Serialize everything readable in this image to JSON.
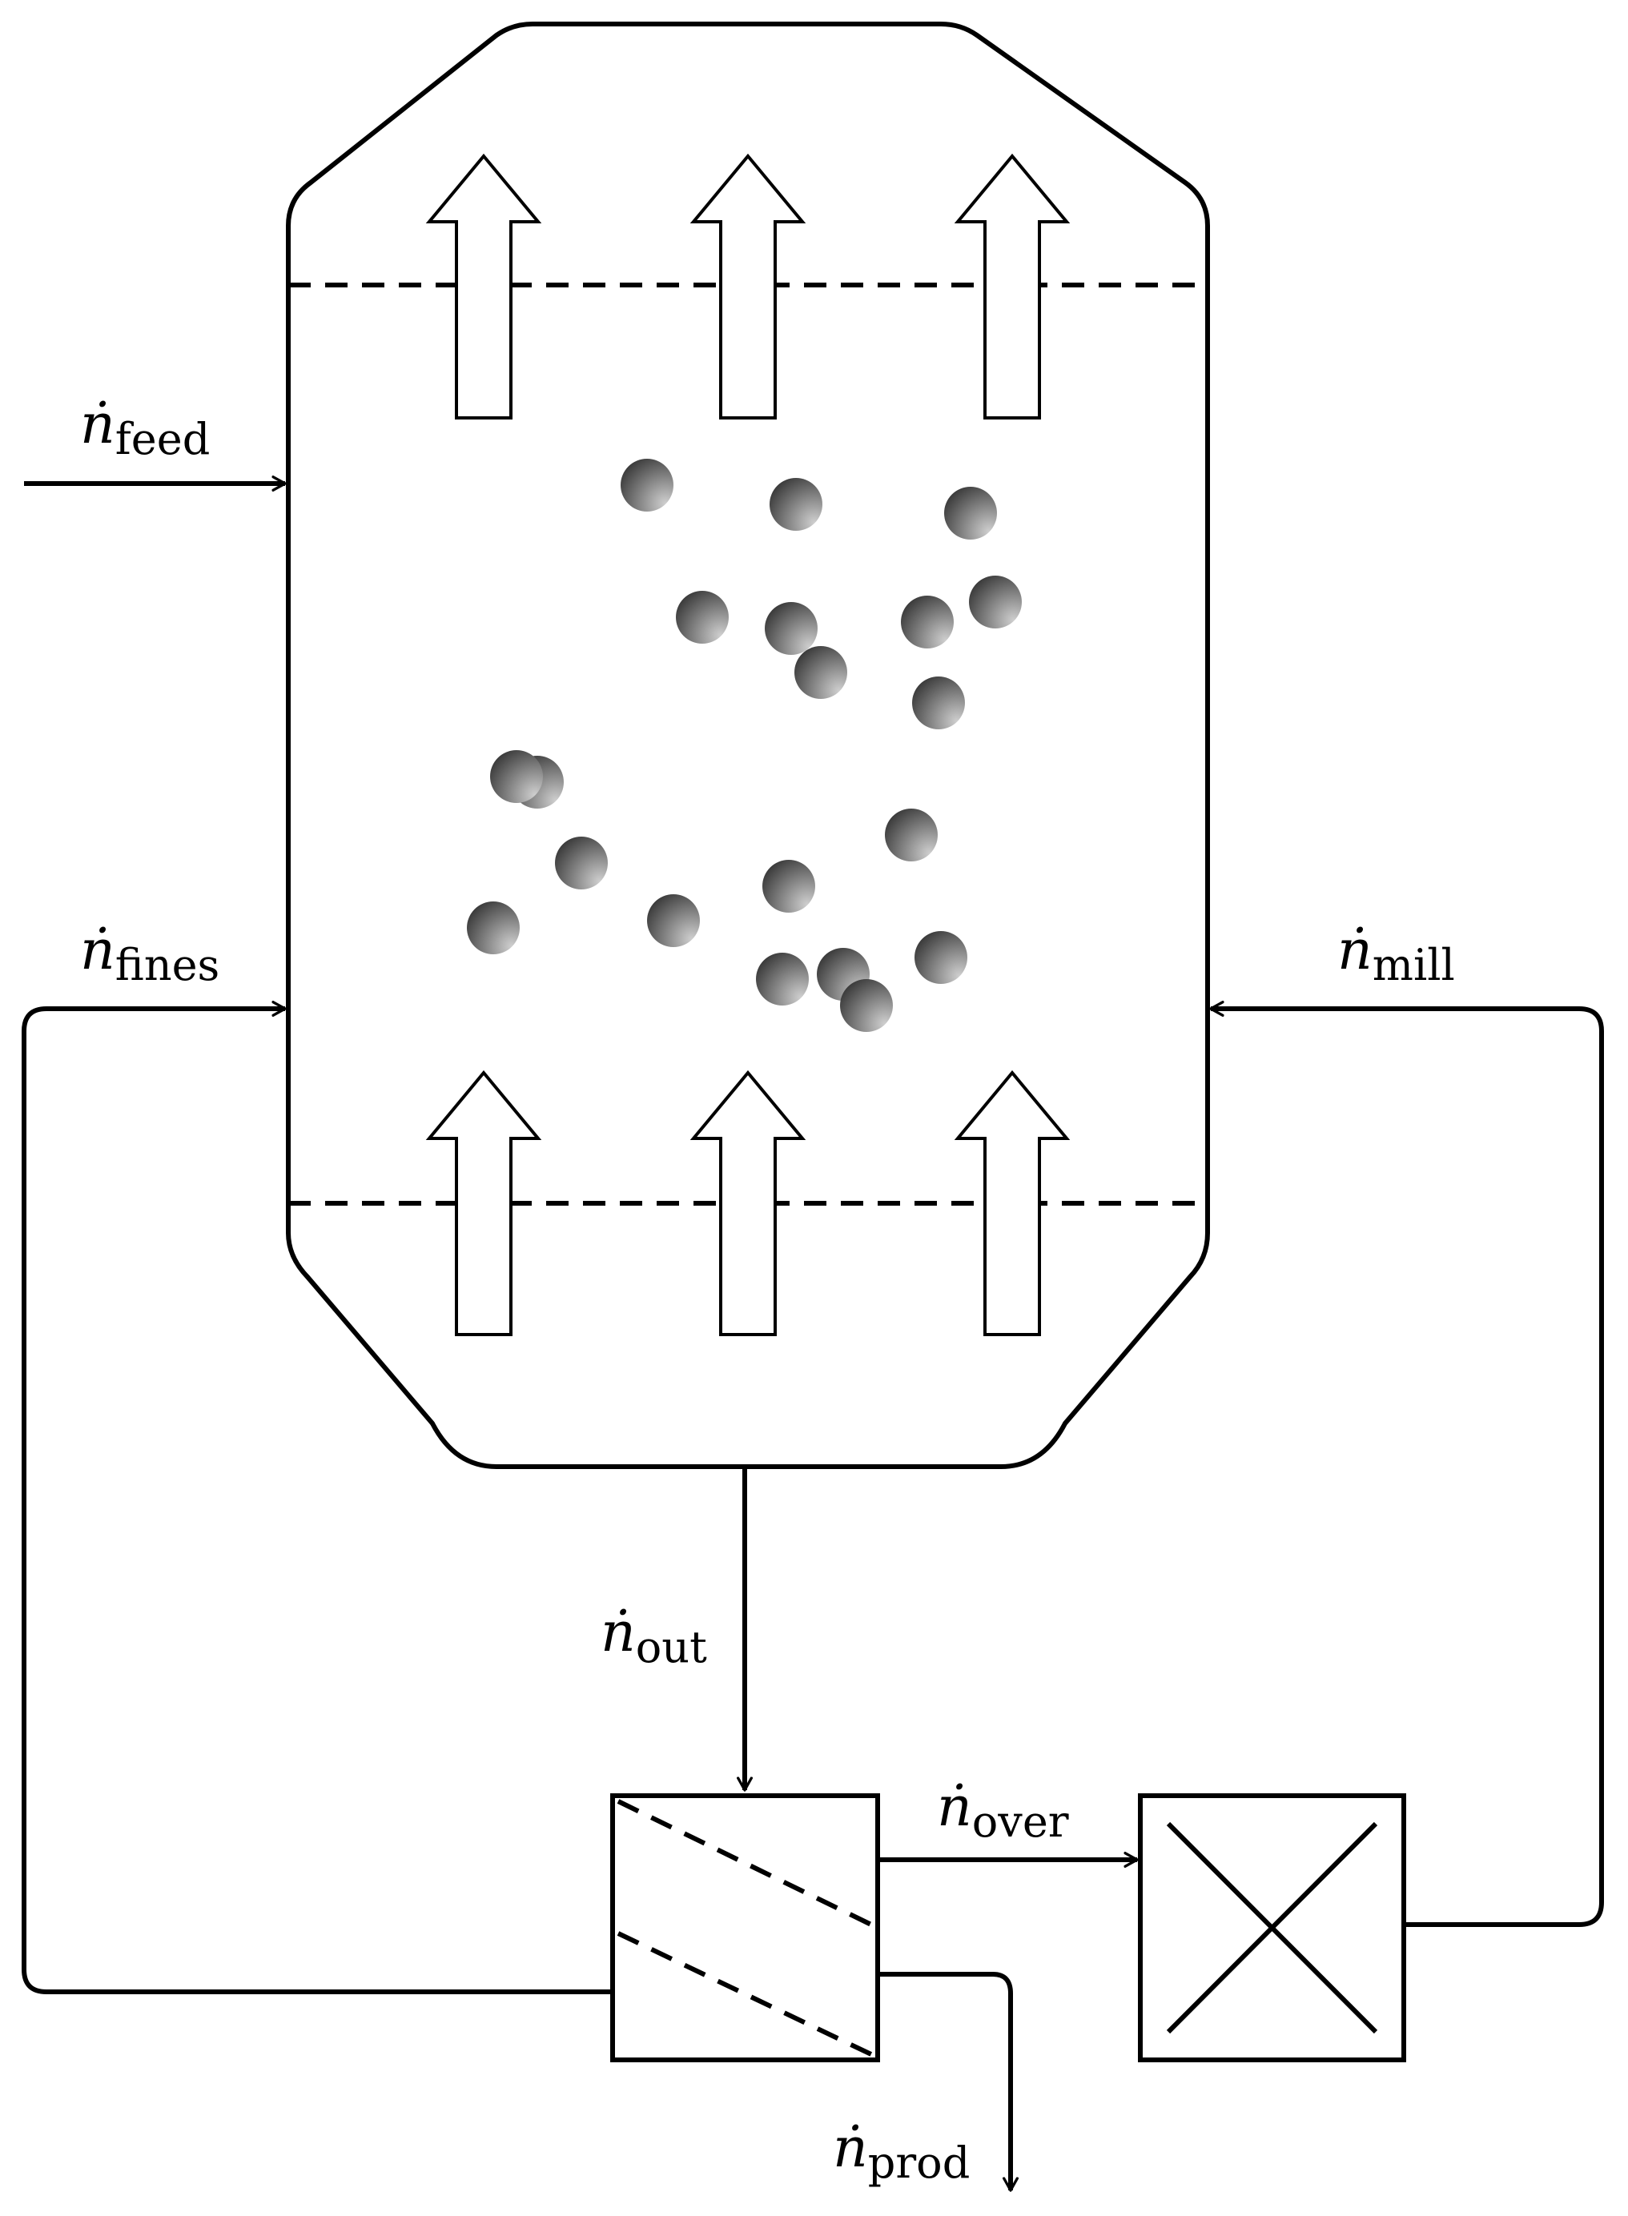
{
  "diagram": {
    "colors": {
      "stroke": "#000000",
      "particle_light": "#cfcfcf",
      "particle_dark": "#3a3a3a",
      "background": "#ffffff"
    },
    "streams": {
      "feed": {
        "symbol": "ṅ",
        "subscript": "feed"
      },
      "fines": {
        "symbol": "ṅ",
        "subscript": "fines"
      },
      "mill": {
        "symbol": "ṅ",
        "subscript": "mill"
      },
      "out": {
        "symbol": "ṅ",
        "subscript": "out"
      },
      "over": {
        "symbol": "ṅ",
        "subscript": "over"
      },
      "prod": {
        "symbol": "ṅ",
        "subscript": "prod"
      }
    }
  }
}
